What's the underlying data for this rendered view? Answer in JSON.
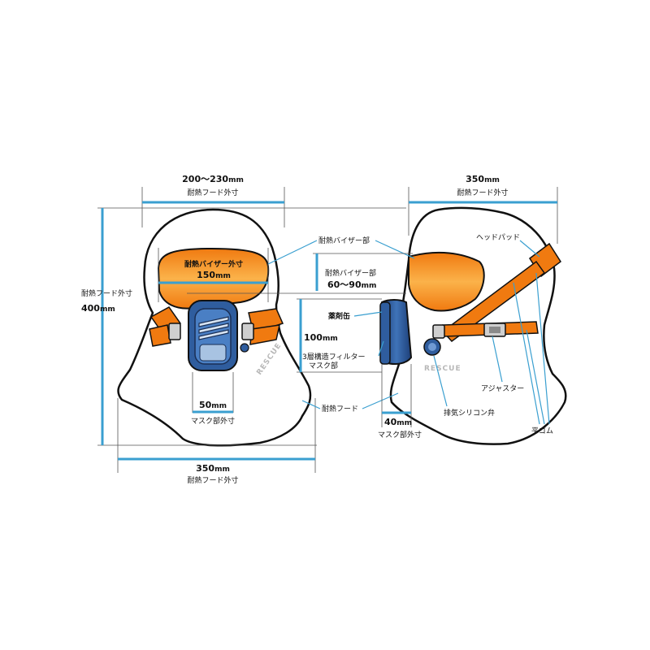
{
  "watermark": "RESCUE",
  "colors": {
    "dimension_line": "#3a9fd0",
    "visor_orange": "#f07a10",
    "visor_light": "#fbb24a",
    "strap_orange": "#f07a10",
    "mask_blue": "#2f5d9e",
    "outline": "#111111"
  },
  "front_view": {
    "top_width": {
      "value": "200〜230",
      "unit": "mm",
      "caption": "耐熱フード外寸"
    },
    "height": {
      "caption": "耐熱フード外寸",
      "value": "400",
      "unit": "mm"
    },
    "visor_width": {
      "caption": "耐熱バイザー外寸",
      "value": "150",
      "unit": "mm"
    },
    "mask_width": {
      "value": "50",
      "unit": "mm",
      "caption": "マスク部外寸"
    },
    "bottom_width": {
      "value": "350",
      "unit": "mm",
      "caption": "耐熱フード外寸"
    }
  },
  "center": {
    "visor_callout": "耐熱バイザー部",
    "visor_height": {
      "caption": "耐熱バイザー部",
      "value": "60〜90",
      "unit": "mm"
    },
    "canister": "薬剤缶",
    "mask_height": {
      "value": "100",
      "unit": "mm"
    },
    "filter": "3層構造フィルター",
    "mask_part": "マスク部",
    "hood": "耐熱フード"
  },
  "side_view": {
    "top_width": {
      "value": "350",
      "unit": "mm",
      "caption": "耐熱フード外寸"
    },
    "head_pad": "ヘッドパッド",
    "adjuster": "アジャスター",
    "exhaust_valve": "排気シリコン弁",
    "flat_rubber": "平ゴム",
    "mask_depth": {
      "value": "40",
      "unit": "mm",
      "caption": "マスク部外寸"
    }
  }
}
